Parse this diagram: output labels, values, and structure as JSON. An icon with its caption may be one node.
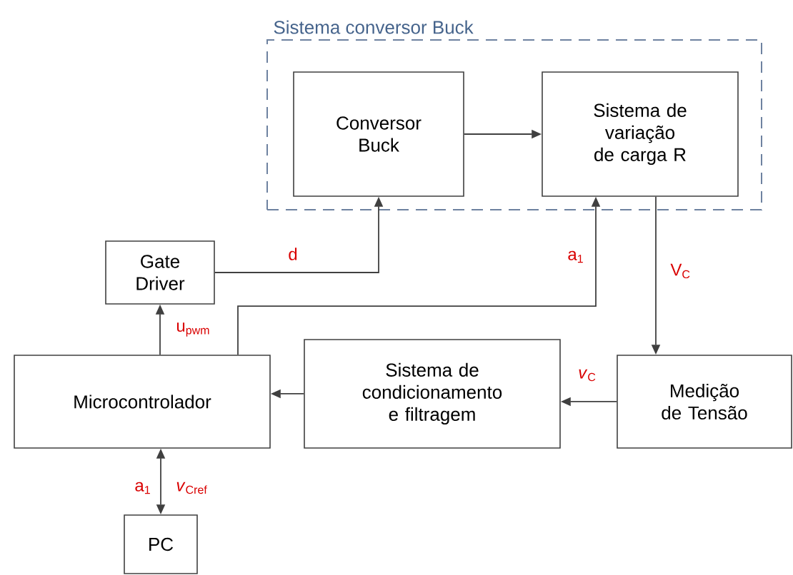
{
  "diagram": {
    "nodes": [
      {
        "text": [
          "Sistema conversor Buck"
        ]
      },
      {
        "text": [
          "Conversor Buck"
        ],
        "in": 0
      },
      {
        "text": [
          "Sistema de variação de carga R"
        ],
        "in": 0
      },
      {
        "text": [
          "Gate Driver"
        ]
      },
      {
        "text": [
          "Microcontrolador"
        ]
      },
      {
        "text": [
          "Sistema de condicionamento e filtragem"
        ]
      },
      {
        "text": [
          "Medição de Tensão"
        ]
      },
      {
        "text": [
          "PC"
        ]
      }
    ],
    "edges": [
      {
        "from": 1,
        "to": 2,
        "arrow": "to"
      },
      {
        "from": 3,
        "to": 1,
        "arrow": "to",
        "label": "d"
      },
      {
        "from": 4,
        "to": 3,
        "arrow": "to",
        "label": "u$_{pwm}$"
      },
      {
        "from": 4,
        "to": 2,
        "arrow": "to",
        "label": "a$_{1}$"
      },
      {
        "from": 2,
        "to": 6,
        "arrow": "to",
        "label": "V$_{C}$"
      },
      {
        "from": 6,
        "to": 5,
        "arrow": "to",
        "label": "*v*$_{C}$"
      },
      {
        "from": 5,
        "to": 4,
        "arrow": "to"
      },
      {
        "from": 4,
        "to": 7,
        "arrow": "both",
        "label": "*v*$_{Cref}$"
      }
    ],
    "labels": [
      "a$_{1}$"
    ]
  }
}
